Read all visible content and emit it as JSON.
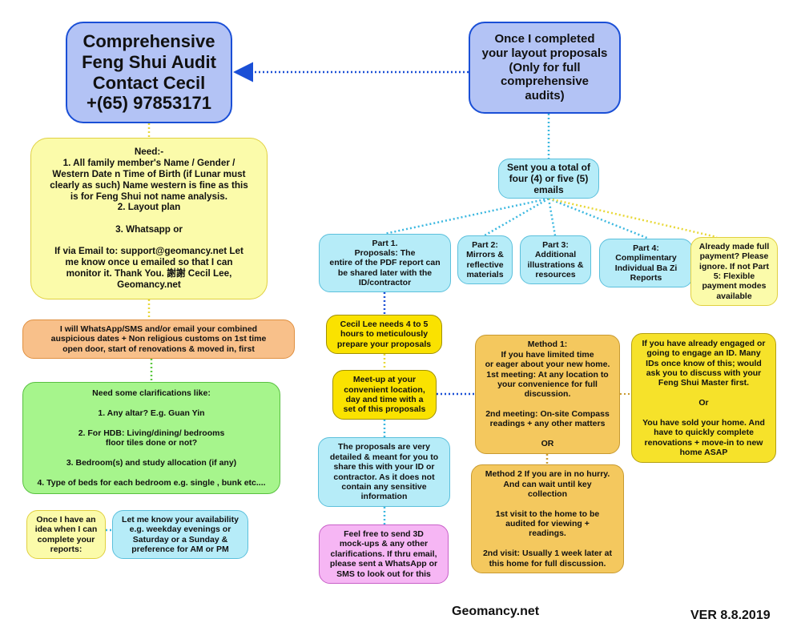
{
  "nodes": {
    "contact": "Comprehensive\nFeng Shui Audit\nContact Cecil\n+(65) 97853171",
    "completed": "Once I completed\nyour layout proposals\n(Only for full\ncomprehensive\naudits)",
    "need": "Need:-\n1. All family member's Name / Gender /\nWestern Date n Time of Birth (if Lunar must\nclearly as such) Name western is fine as this\nis for Feng Shui not name analysis.\n2. Layout plan\n\n3. Whatsapp or\n\nIf via Email to: support@geomancy.net Let\nme know once u emailed so that I can\nmonitor it. Thank You. 謝謝 Cecil Lee,\nGeomancy.net",
    "whatsapp": "I will WhatsApp/SMS and/or email your combined\nauspicious dates + Non religious customs on 1st time\nopen door, start of renovations & moved in, first",
    "clarify": "Need some clarifications like:\n\n1. Any altar? E.g. Guan Yin\n\n2. For HDB: Living/dining/ bedrooms\nfloor tiles done or not?\n\n3. Bedroom(s) and study allocation (if any)\n\n4. Type of beds for each bedroom e.g. single , bunk etc....",
    "once_idea": "Once I have an\nidea when I can\ncomplete your\nreports:",
    "availability": "Let me know your availability\ne.g. weekday evenings or\nSaturday or a Sunday &\npreference for AM or PM",
    "sent": "Sent you a total of\nfour (4) or five (5)\nemails",
    "part1": "Part 1.\nProposals: The\nentire of the PDF report can\nbe shared later with the\nID/contractor",
    "part2": "Part 2:\nMirrors &\nreflective\nmaterials",
    "part3": "Part 3:\nAdditional\nillustrations &\nresources",
    "part4": "Part 4:\nComplimentary\nIndividual Ba Zi\nReports",
    "paid": "Already made full\npayment? Please\nignore. If not Part\n5: Flexible\npayment modes\navailable",
    "needs_hours": "Cecil Lee needs 4 to 5\nhours to meticulously\nprepare your proposals",
    "meetup": "Meet-up at your\nconvenient location,\nday and time with a\nset of this proposals",
    "detailed": "The proposals are very\ndetailed & meant for you to\nshare this with your ID or\ncontractor. As it does not\ncontain any sensitive\ninformation",
    "feel_free": "Feel free to send 3D\nmock-ups & any other\nclarifications. If thru email,\nplease sent a WhatsApp or\nSMS to look out for this",
    "method1": "Method 1:\nIf you have limited time\nor eager about your new home.\n1st meeting: At any location to\nyour convenience for full\ndiscussion.\n\n2nd meeting: On-site Compass\nreadings + any other matters\n\nOR",
    "method2": "Method 2 If you are in no hurry.\nAnd can wait until key\ncollection\n\n1st visit to the home to be\naudited for viewing +\nreadings.\n\n2nd visit: Usually 1 week later at\nthis home for full discussion.",
    "engaged_id": "If you have already engaged or\ngoing to engage an ID. Many\nIDs once know of this; would\nask you to discuss with your\nFeng Shui Master first.\n\nOr\n\nYou have sold your home. And\nhave to quickly complete\nrenovations + move-in to new\nhome ASAP"
  },
  "footer": {
    "site": "Geomancy.net",
    "version": "VER 8.8.2019"
  },
  "colors": {
    "blue_node": "#b3c3f5",
    "yellow_node": "#fbfbaa",
    "cyan_node": "#b6ecf8",
    "orange_node": "#f8c08a",
    "green_node": "#a6f58c",
    "gold_node": "#fae200",
    "ochre_node": "#f4c85e",
    "pink_node": "#f6b6f4",
    "connector_blue": "#1a4fd6",
    "connector_cyan": "#3cb8e0",
    "connector_yellow": "#e8d838",
    "connector_green": "#5cc840"
  }
}
